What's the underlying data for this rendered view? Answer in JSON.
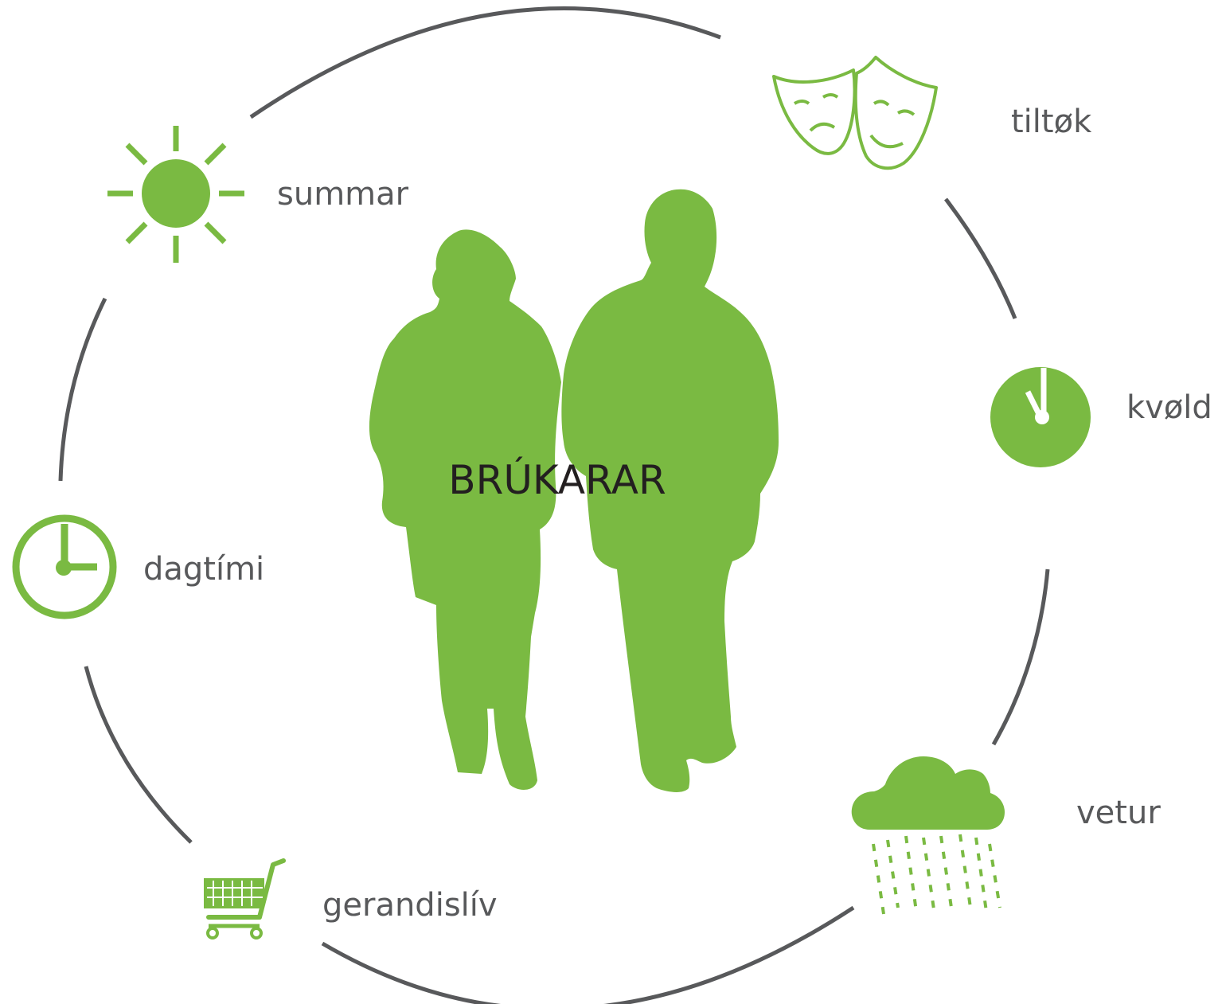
{
  "center": {
    "label": "BRÚKARAR",
    "icon": "elderly-couple-silhouette"
  },
  "nodes": [
    {
      "id": "summar",
      "label": "summar",
      "icon": "sun-icon"
    },
    {
      "id": "tiltok",
      "label": "tiltøk",
      "icon": "theater-masks-icon"
    },
    {
      "id": "kvold",
      "label": "kvøld",
      "icon": "clock-night-icon"
    },
    {
      "id": "vetur",
      "label": "vetur",
      "icon": "rain-cloud-icon"
    },
    {
      "id": "gerandisliv",
      "label": "gerandislív",
      "icon": "shopping-cart-icon"
    },
    {
      "id": "dagtimi",
      "label": "dagtími",
      "icon": "clock-day-icon"
    }
  ],
  "colors": {
    "accent_green": "#7aba42",
    "ring_gray": "#58595b",
    "label_gray": "#58595b",
    "center_text": "#231f20",
    "background": "#ffffff"
  }
}
